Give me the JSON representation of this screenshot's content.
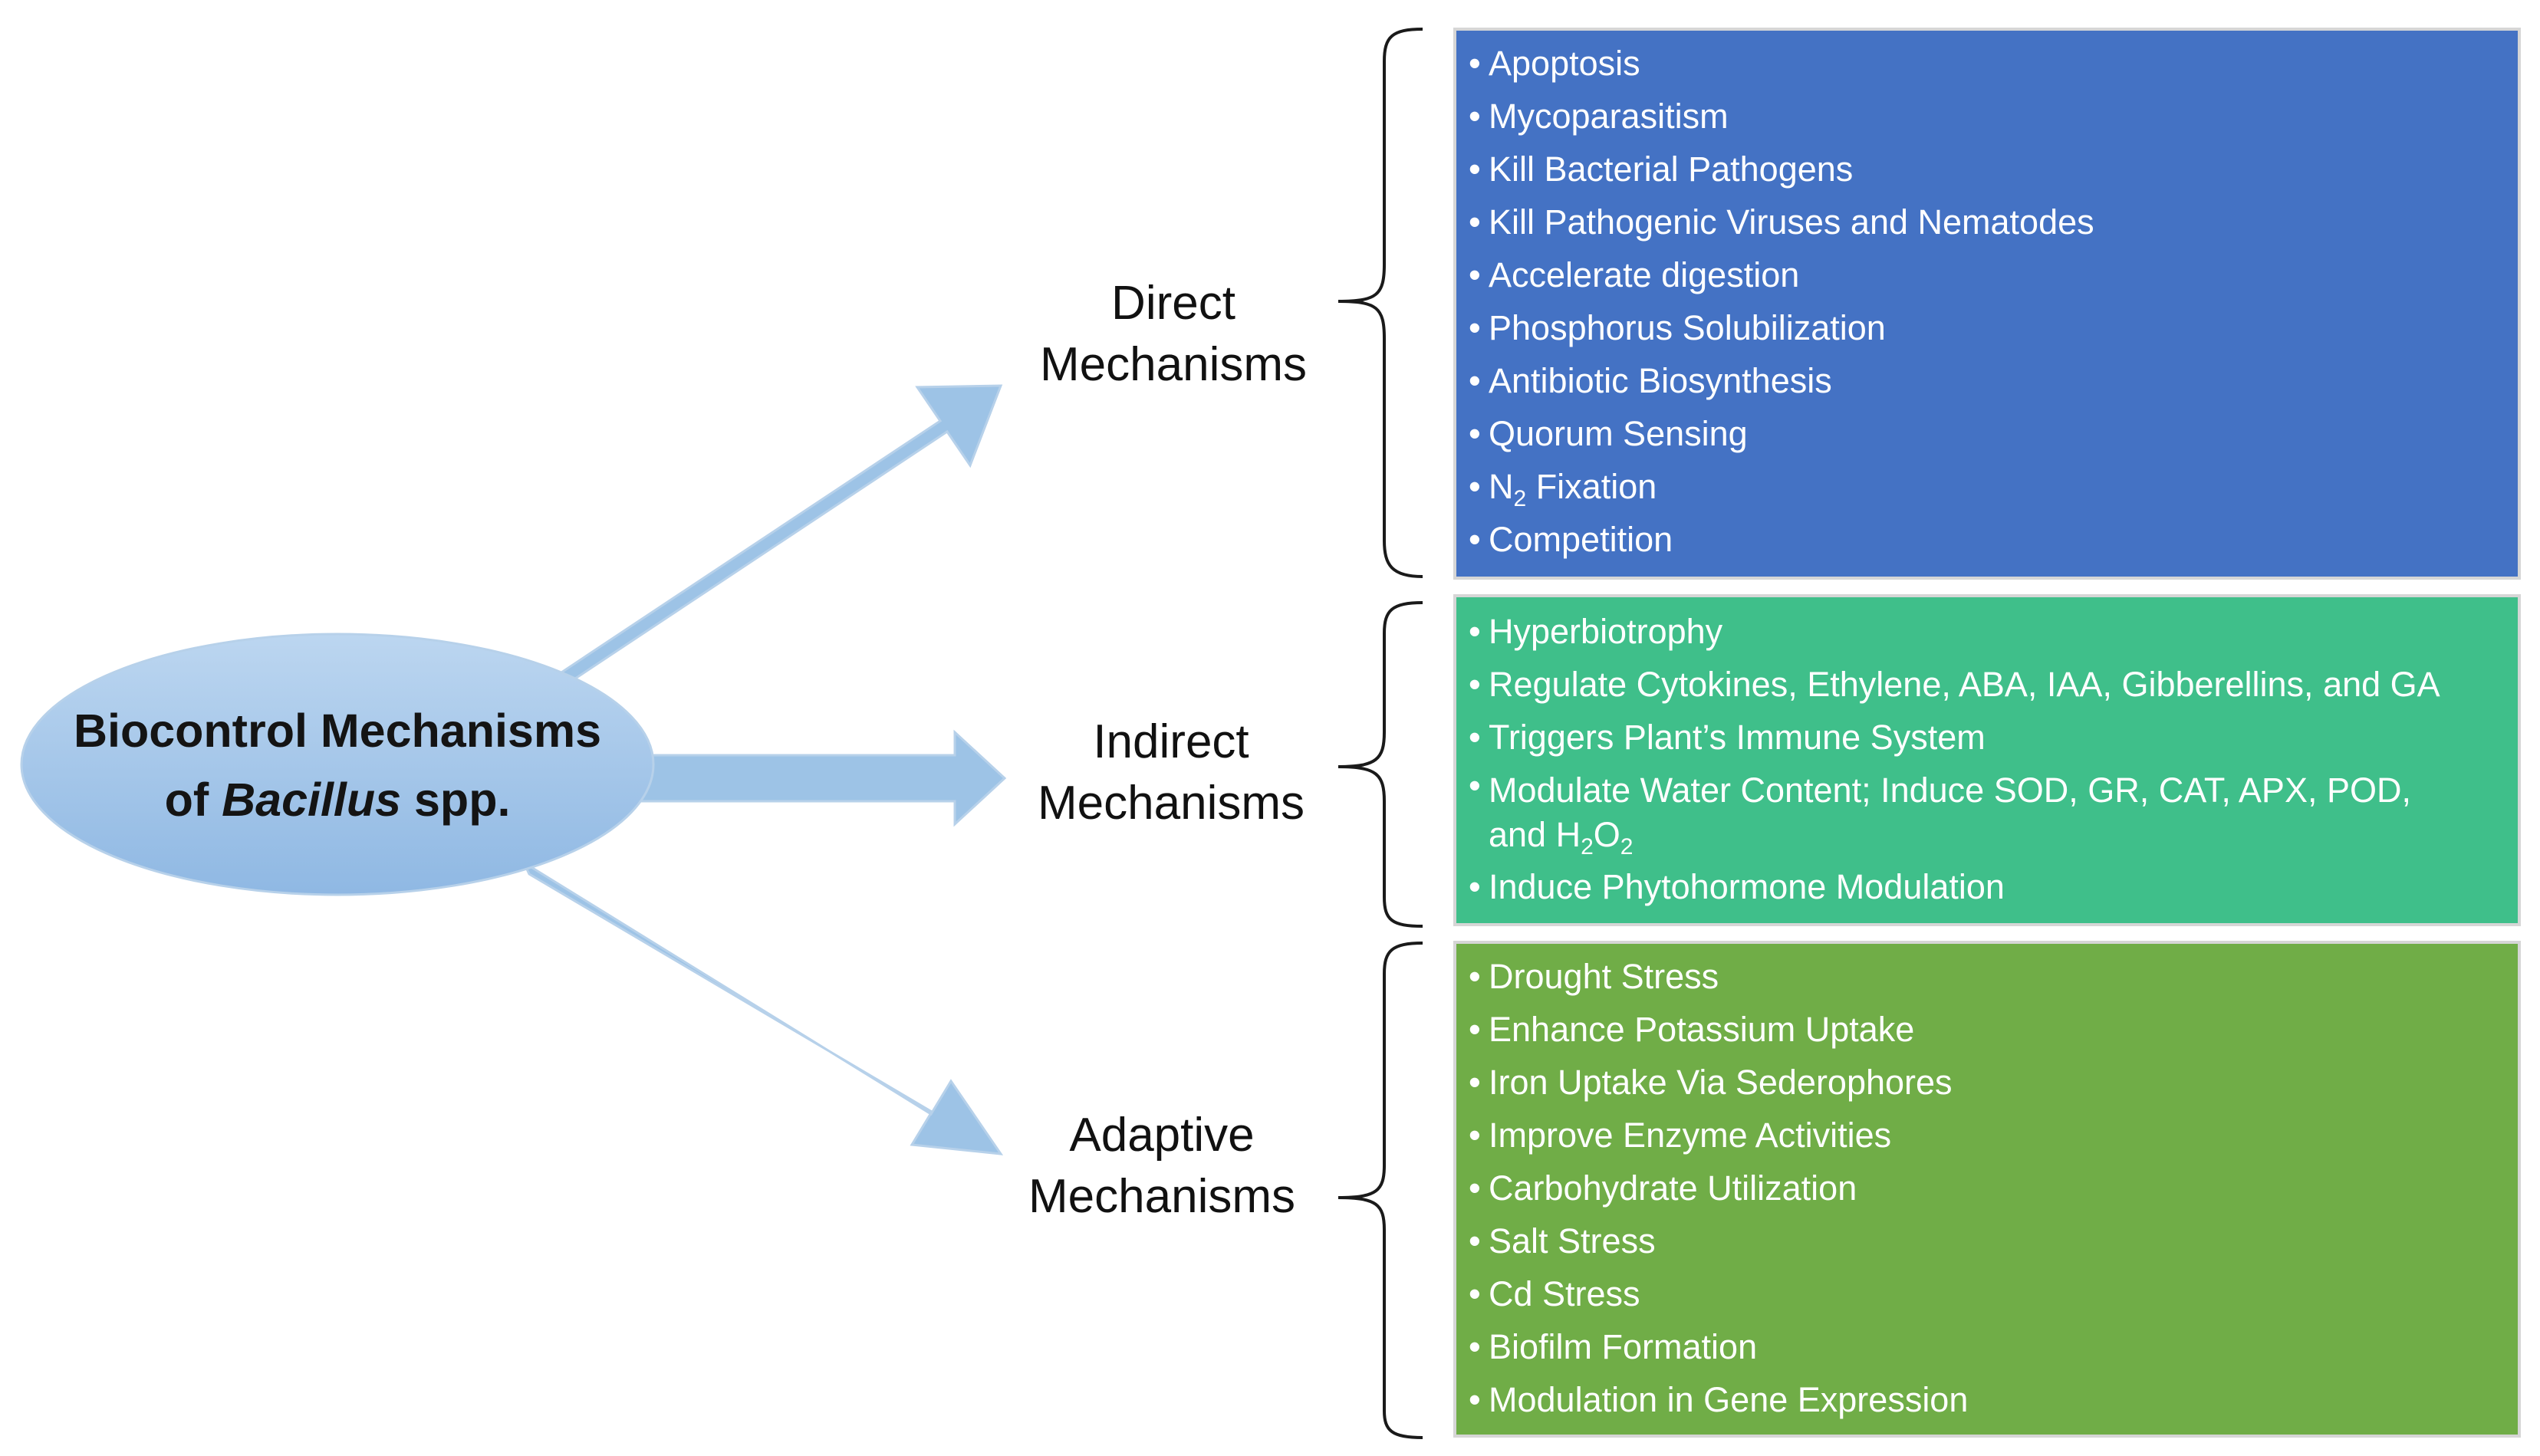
{
  "center": {
    "line1": "Biocontrol Mechanisms",
    "line2_prefix": "of ",
    "line2_italic": "Bacillus",
    "line2_suffix": " spp."
  },
  "categories": {
    "direct": {
      "line1": "Direct",
      "line2": "Mechanisms"
    },
    "indirect": {
      "line1": "Indirect",
      "line2": "Mechanisms"
    },
    "adaptive": {
      "line1": "Adaptive",
      "line2": "Mechanisms"
    }
  },
  "direct_items": [
    "Apoptosis",
    "Mycoparasitism",
    "Kill Bacterial Pathogens",
    "Kill Pathogenic  Viruses and Nematodes",
    "Accelerate digestion",
    "Phosphorus Solubilization",
    "Antibiotic Biosynthesis",
    "Quorum Sensing",
    "Competition"
  ],
  "direct_n2": {
    "base": "N",
    "sub": "2",
    "rest": " Fixation"
  },
  "indirect_items": [
    "Hyperbiotrophy",
    "Regulate Cytokines, Ethylene, ABA, IAA, Gibberellins, and GA",
    "Triggers Plant’s Immune System",
    "Induce Phytohormone Modulation"
  ],
  "indirect_modulate": {
    "line1": "Modulate Water Content; Induce SOD, GR, CAT, APX,  POD,",
    "line2_prefix": "and H",
    "sub1": "2",
    "mid": "O",
    "sub2": "2"
  },
  "adaptive_items": [
    "Drought Stress",
    "Enhance Potassium Uptake",
    "Iron Uptake Via Sederophores",
    "Improve Enzyme Activities",
    "Carbohydrate Utilization",
    "Salt Stress",
    "Cd Stress",
    "Biofilm Formation",
    "Modulation in Gene Expression"
  ],
  "colors": {
    "direct_box": "#4472c4",
    "indirect_box": "#3fbf8a",
    "adaptive_box": "#70ad47",
    "arrow": "#9dc3e6",
    "ellipse": "#9dc3e6"
  }
}
